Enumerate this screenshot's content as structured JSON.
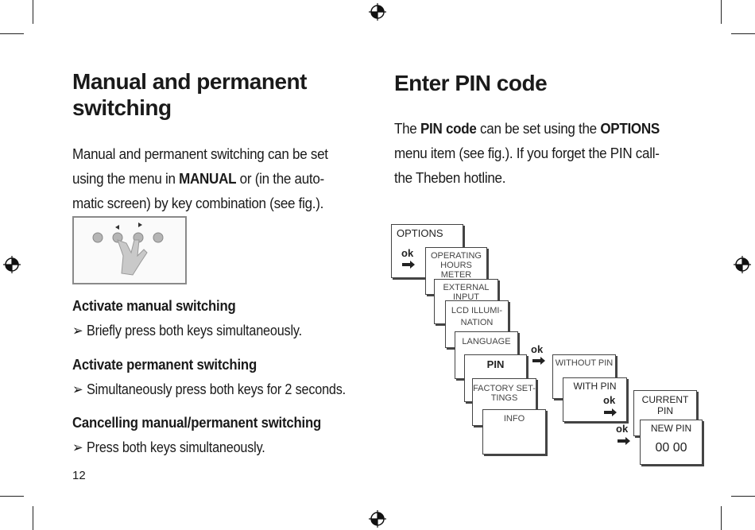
{
  "left": {
    "title_line1": "Manual and permanent",
    "title_line2": "switching",
    "intro_l1": "Manual and permanent switching can be set",
    "intro_l2_pre": "using the menu in ",
    "intro_l2_bold": "MANUAL",
    "intro_l2_post": " or (in the auto-",
    "intro_l3": "matic screen) by key combination (see fig.).",
    "sec1_title": "Activate manual switching",
    "sec1_step": "Briefly press both keys simultaneously.",
    "sec2_title": "Activate permanent switching",
    "sec2_step": "Simultaneously press both keys for 2 seconds.",
    "sec3_title": "Cancelling manual/permanent switching",
    "sec3_step": "Press both keys simultaneously.",
    "page_number": "12",
    "step_bullet": "➢"
  },
  "right": {
    "title": "Enter PIN code",
    "p_l1_pre": "The ",
    "p_l1_b1": "PIN code",
    "p_l1_mid": " can be set using the ",
    "p_l1_b2": "OPTIONS",
    "p_l2": "menu item (see fig.). If you forget the PIN call-",
    "p_l3": "the Theben hotline."
  },
  "diagram": {
    "options": "OPTIONS",
    "ok": "ok",
    "operating": [
      "OPERATING",
      "HOURS METER"
    ],
    "external": [
      "EXTERNAL",
      "INPUT"
    ],
    "lcd": [
      "LCD ILLUMI-",
      "NATION"
    ],
    "language": "LANGUAGE",
    "pin": "PIN",
    "factory": [
      "FACTORY SET-",
      "TINGS"
    ],
    "info": "INFO",
    "without_pin": "WITHOUT PIN",
    "with_pin": "WITH PIN",
    "current_pin": [
      "CURRENT",
      "PIN"
    ],
    "new_pin": "NEW PIN",
    "pin_value": "00 00"
  }
}
